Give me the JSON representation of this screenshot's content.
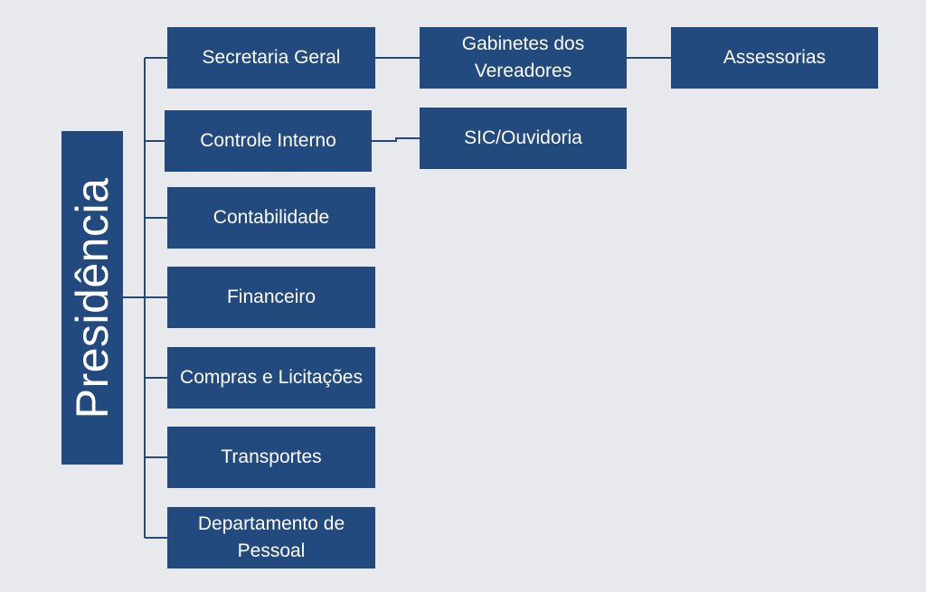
{
  "root": {
    "label": "Presidência"
  },
  "nodes": {
    "secretaria_geral": "Secretaria Geral",
    "controle_interno": "Controle Interno",
    "contabilidade": "Contabilidade",
    "financeiro": "Financeiro",
    "compras_licitacoes": "Compras e Licitações",
    "transportes": "Transportes",
    "departamento_pessoal": "Departamento de Pessoal",
    "gabinetes_vereadores": "Gabinetes dos Vereadores",
    "assessorias": "Assessorias",
    "sic_ouvidoria": "SIC/Ouvidoria"
  },
  "colors": {
    "box": "#234a7e",
    "connector": "#234a7e",
    "background": "#e8e9ed",
    "text": "#ffffff"
  }
}
